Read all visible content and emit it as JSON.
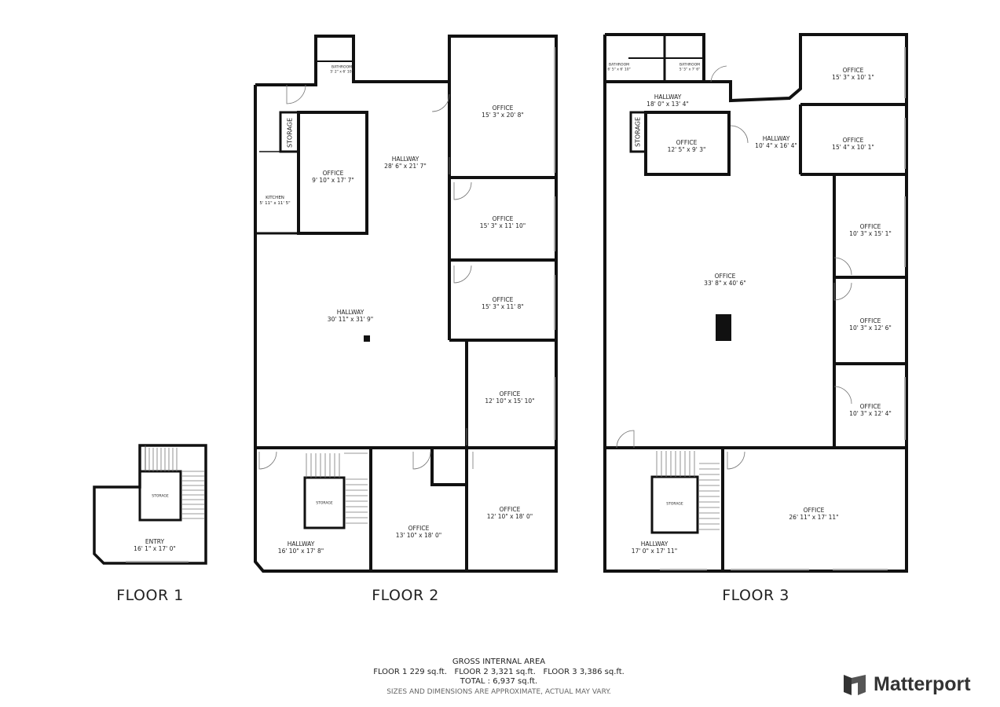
{
  "floors": {
    "f1": {
      "title": "FLOOR 1",
      "rooms": [
        {
          "name": "STORAGE",
          "dims": ""
        },
        {
          "name": "ENTRY",
          "dims": "16' 1\" x 17' 0\""
        }
      ]
    },
    "f2": {
      "title": "FLOOR 2",
      "rooms": [
        {
          "name": "BATHROOM",
          "dims": "5' 2\" x 6' 10\""
        },
        {
          "name": "OFFICE",
          "dims": "15' 3\" x 20' 8\""
        },
        {
          "name": "STORAGE",
          "dims": ""
        },
        {
          "name": "OFFICE",
          "dims": "9' 10\" x 17' 7\""
        },
        {
          "name": "HALLWAY",
          "dims": "28' 6\" x 21' 7\""
        },
        {
          "name": "KITCHEN",
          "dims": "5' 11\" x 11' 5\""
        },
        {
          "name": "OFFICE",
          "dims": "15' 3\" x 11' 10\""
        },
        {
          "name": "OFFICE",
          "dims": "15' 3\" x 11' 8\""
        },
        {
          "name": "HALLWAY",
          "dims": "30' 11\" x 31' 9\""
        },
        {
          "name": "OFFICE",
          "dims": "12' 10\" x 15' 10\""
        },
        {
          "name": "STORAGE",
          "dims": ""
        },
        {
          "name": "OFFICE",
          "dims": "12' 10\" x 18' 0\""
        },
        {
          "name": "OFFICE",
          "dims": "13' 10\" x 18' 0\""
        },
        {
          "name": "HALLWAY",
          "dims": "16' 10\" x 17' 8\""
        }
      ]
    },
    "f3": {
      "title": "FLOOR 3",
      "rooms": [
        {
          "name": "BATHROOM",
          "dims": "6' 5\" x 6' 10\""
        },
        {
          "name": "BATHROOM",
          "dims": "5' 5\" x 7' 6\""
        },
        {
          "name": "OFFICE",
          "dims": "15' 3\" x 10' 1\""
        },
        {
          "name": "HALLWAY",
          "dims": "18' 0\" x 13' 4\""
        },
        {
          "name": "STORAGE",
          "dims": ""
        },
        {
          "name": "OFFICE",
          "dims": "12' 5\" x 9' 3\""
        },
        {
          "name": "HALLWAY",
          "dims": "10' 4\" x 16' 4\""
        },
        {
          "name": "OFFICE",
          "dims": "15' 4\" x 10' 1\""
        },
        {
          "name": "OFFICE",
          "dims": "10' 3\" x 15' 1\""
        },
        {
          "name": "OFFICE",
          "dims": "33' 8\" x 40' 6\""
        },
        {
          "name": "OFFICE",
          "dims": "10' 3\" x 12' 6\""
        },
        {
          "name": "OFFICE",
          "dims": "10' 3\" x 12' 4\""
        },
        {
          "name": "STORAGE",
          "dims": ""
        },
        {
          "name": "OFFICE",
          "dims": "26' 11\" x 17' 11\""
        },
        {
          "name": "HALLWAY",
          "dims": "17' 0\" x 17' 11\""
        }
      ]
    }
  },
  "area": {
    "heading": "GROSS INTERNAL AREA",
    "line": "FLOOR 1 229 sq.ft.   FLOOR 2 3,321 sq.ft.   FLOOR 3 3,386 sq.ft.",
    "total": "TOTAL :  6,937 sq.ft.",
    "note": "SIZES AND DIMENSIONS ARE APPROXIMATE, ACTUAL MAY VARY."
  },
  "brand": {
    "name": "Matterport",
    "color": "#333333"
  }
}
